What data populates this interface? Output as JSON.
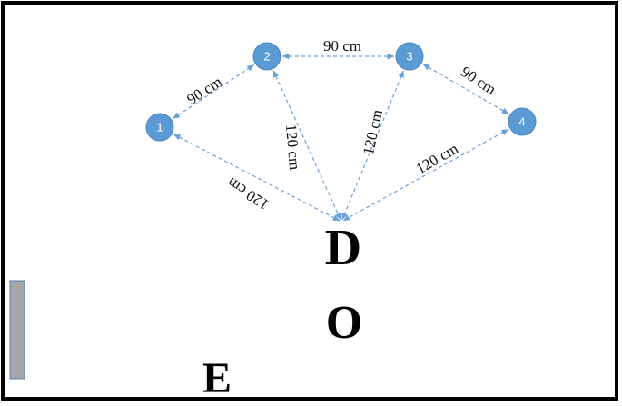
{
  "colors": {
    "node_fill": "#5b9bd5",
    "node_stroke": "#4a86c0",
    "edge": "#6aa0d8",
    "frame": "#000000",
    "bar_fill": "#a6a6a6",
    "bar_stroke": "#5b7fa8"
  },
  "nodes": [
    {
      "id": "1",
      "label": "1"
    },
    {
      "id": "2",
      "label": "2"
    },
    {
      "id": "3",
      "label": "3"
    },
    {
      "id": "4",
      "label": "4"
    }
  ],
  "edges": [
    {
      "from": "1",
      "to": "2",
      "label": "90 cm"
    },
    {
      "from": "2",
      "to": "3",
      "label": "90 cm"
    },
    {
      "from": "3",
      "to": "4",
      "label": "90 cm"
    },
    {
      "from": "1",
      "to": "D",
      "label": "120 cm"
    },
    {
      "from": "2",
      "to": "D",
      "label": "120 cm"
    },
    {
      "from": "3",
      "to": "D",
      "label": "120 cm"
    },
    {
      "from": "4",
      "to": "D",
      "label": "120 cm"
    }
  ],
  "letters": {
    "d": "D",
    "o": "O",
    "e": "E"
  }
}
